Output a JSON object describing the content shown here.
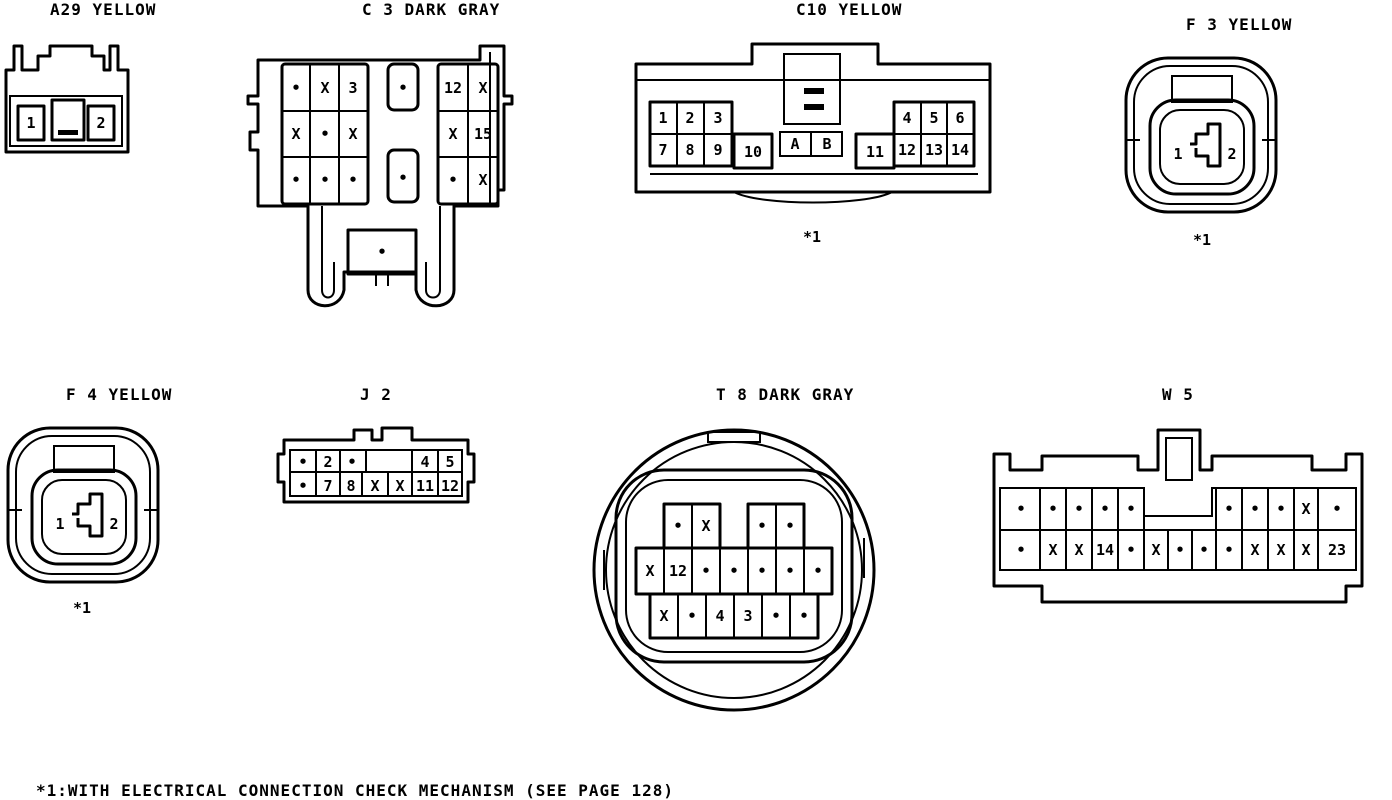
{
  "connectors": [
    {
      "id": "A29",
      "color": "YELLOW",
      "note_ref": "",
      "pins": [
        [
          "1",
          "2"
        ]
      ]
    },
    {
      "id": "C 3",
      "color": "DARK GRAY",
      "note_ref": "",
      "pins": [
        [
          "•",
          "X",
          "3",
          "•",
          "12",
          "X"
        ],
        [
          "X",
          "•",
          "X",
          "X",
          "15"
        ],
        [
          "•",
          "•",
          "•",
          "•",
          "•",
          "X"
        ],
        [
          "•"
        ]
      ]
    },
    {
      "id": "C10",
      "color": "YELLOW",
      "note_ref": "*1",
      "pins": [
        [
          "1",
          "2",
          "3",
          "4",
          "5",
          "6"
        ],
        [
          "7",
          "8",
          "9",
          "10",
          "A",
          "B",
          "11",
          "12",
          "13",
          "14"
        ]
      ]
    },
    {
      "id": "F 3",
      "color": "YELLOW",
      "note_ref": "*1",
      "pins": [
        [
          "1",
          "2"
        ]
      ]
    },
    {
      "id": "F 4",
      "color": "YELLOW",
      "note_ref": "*1",
      "pins": [
        [
          "1",
          "2"
        ]
      ]
    },
    {
      "id": "J 2",
      "color": "",
      "note_ref": "",
      "pins": [
        [
          "•",
          "2",
          "•",
          "4",
          "5"
        ],
        [
          "•",
          "7",
          "8",
          "X",
          "X",
          "11",
          "12"
        ]
      ]
    },
    {
      "id": "T 8",
      "color": "DARK GRAY",
      "note_ref": "",
      "pins": [
        [
          "•",
          "X",
          "•",
          "•"
        ],
        [
          "X",
          "12",
          "•",
          "•",
          "•",
          "•",
          "•"
        ],
        [
          "X",
          "•",
          "4",
          "3",
          "•",
          "•"
        ]
      ]
    },
    {
      "id": "W 5",
      "color": "",
      "note_ref": "",
      "pins": [
        [
          "•",
          "•",
          "•",
          "•",
          "•",
          "•",
          "•",
          "•",
          "X",
          "•"
        ],
        [
          "•",
          "X",
          "X",
          "14",
          "•",
          "X",
          "•",
          "•",
          "•",
          "X",
          "X",
          "X",
          "23"
        ]
      ]
    }
  ],
  "footnote": "*1:WITH ELECTRICAL CONNECTION CHECK MECHANISM (SEE PAGE 128)",
  "colors": {
    "ink": "#000000",
    "paper": "#ffffff"
  }
}
